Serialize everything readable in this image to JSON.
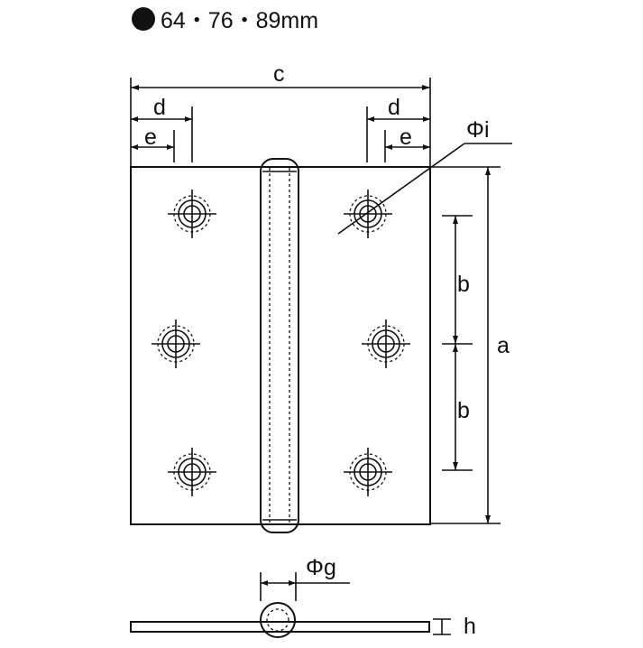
{
  "header": {
    "bullet": "●",
    "sizes_text": "64・76・89mm"
  },
  "labels": {
    "c": "c",
    "d_left": "d",
    "e_left": "e",
    "d_right": "d",
    "e_right": "e",
    "phi_i": "Φi",
    "b_upper": "b",
    "b_lower": "b",
    "a": "a",
    "phi_g": "Φg",
    "h": "h"
  },
  "colors": {
    "ink": "#111111",
    "background": "#ffffff"
  }
}
